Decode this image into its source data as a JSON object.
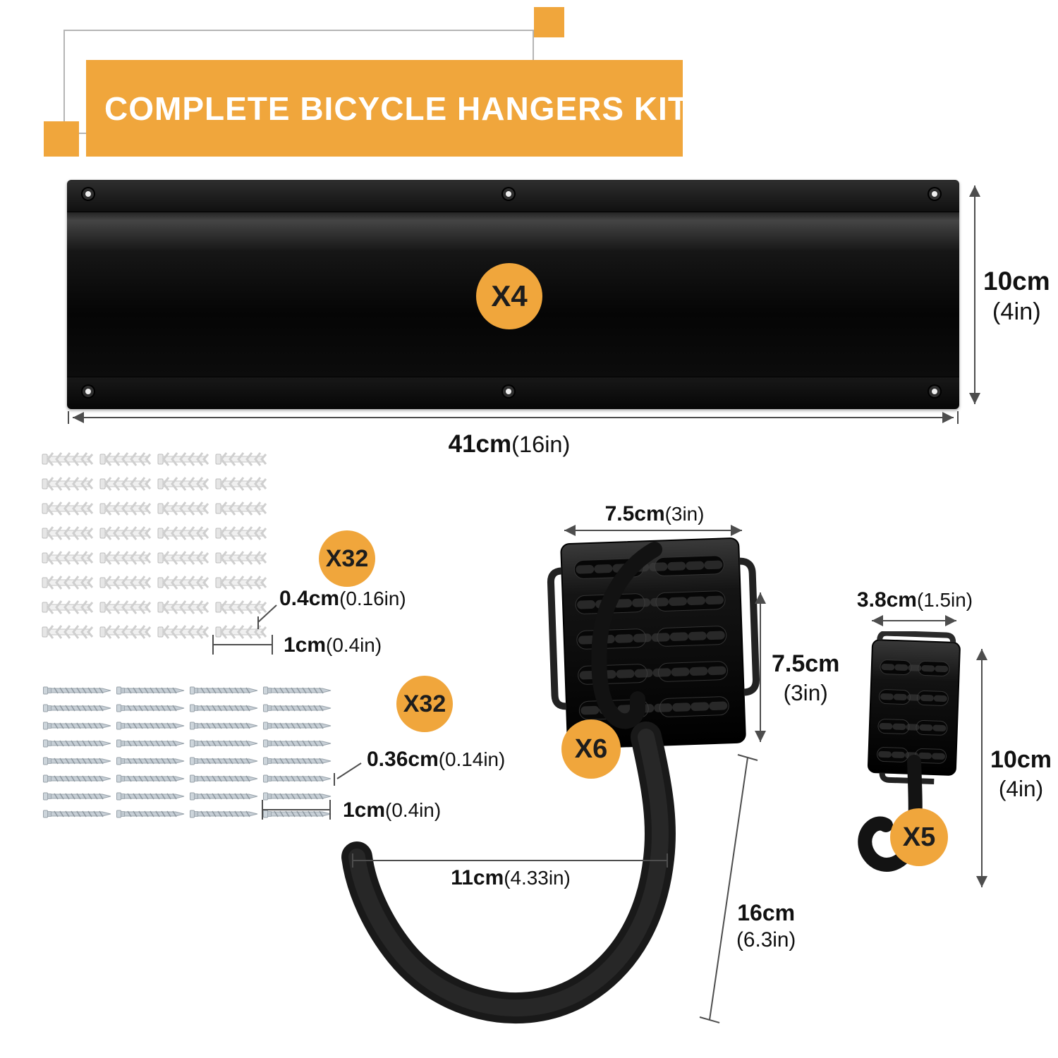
{
  "title": {
    "text": "COMPLETE BICYCLE HANGERS KIT"
  },
  "colors": {
    "accent": "#F0A63C",
    "dimension_line": "#4d4d4d",
    "rail_black": "#0b0b0b"
  },
  "rail": {
    "count": "X4",
    "height": {
      "value": "10cm",
      "paren": "(4in)"
    },
    "width": {
      "value": "41cm",
      "paren": "(16in)"
    }
  },
  "anchors": {
    "count": "X32",
    "grid_count": 32,
    "diameter": {
      "value": "0.4cm",
      "paren": "(0.16in)"
    },
    "length": {
      "value": "1cm",
      "paren": "(0.4in)"
    }
  },
  "screws": {
    "count": "X32",
    "grid_count": 32,
    "diameter": {
      "value": "0.36cm",
      "paren": "(0.14in)"
    },
    "length": {
      "value": "1cm",
      "paren": "(0.4in)"
    }
  },
  "large_hook": {
    "count": "X6",
    "width": {
      "value": "7.5cm",
      "paren": "(3in)"
    },
    "height": {
      "value": "7.5cm",
      "paren": "(3in)"
    },
    "hook_width": {
      "value": "11cm",
      "paren": "(4.33in)"
    },
    "total_height": {
      "value": "16cm",
      "paren": "(6.3in)"
    }
  },
  "small_hook": {
    "count": "X5",
    "width": {
      "value": "3.8cm",
      "paren": "(1.5in)"
    },
    "height": {
      "value": "10cm",
      "paren": "(4in)"
    }
  }
}
